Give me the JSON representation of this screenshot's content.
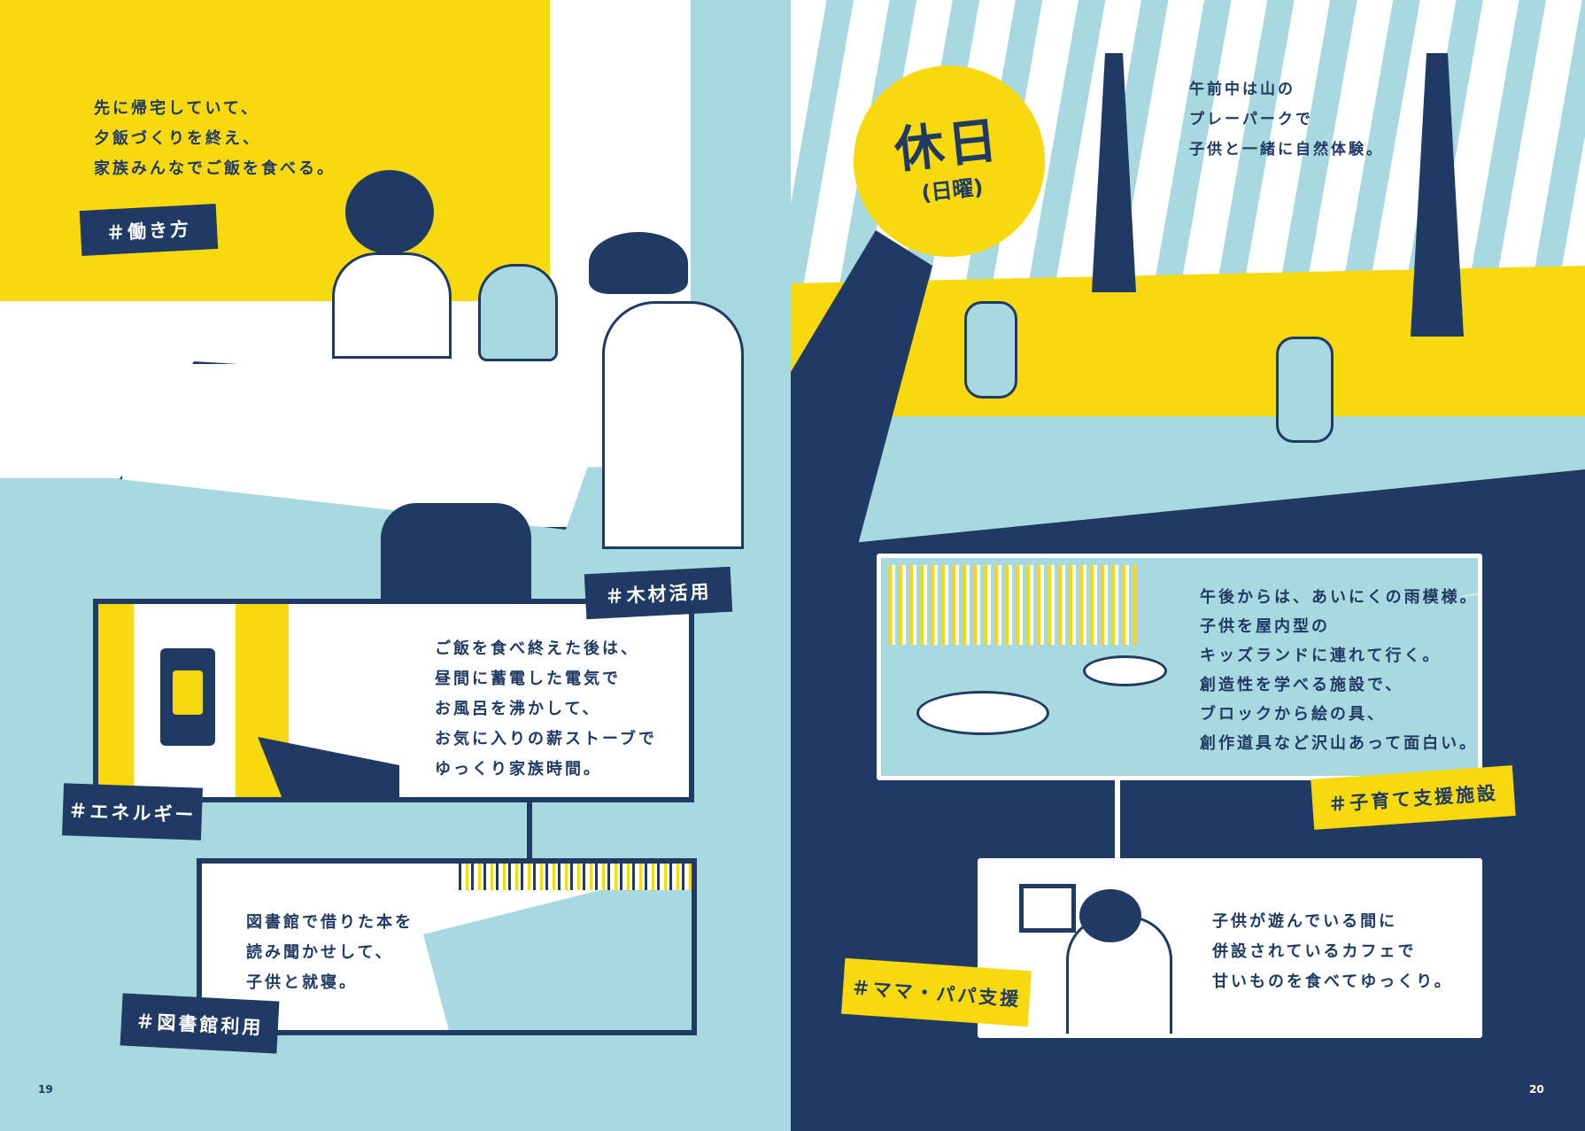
{
  "left_page": {
    "page_number": "19",
    "intro_text": [
      "先に帰宅していて、",
      "夕飯づくりを終え、",
      "家族みんなでご飯を食べる。"
    ],
    "tags": {
      "work": "＃働き方",
      "wood": "＃木材活用",
      "energy": "＃エネルギー",
      "library": "＃図書館利用"
    },
    "panel_evening": [
      "ご飯を食べ終えた後は、",
      "昼間に蓄電した電気で",
      "お風呂を沸かして、",
      "お気に入りの薪ストーブで",
      "ゆっくり家族時間。"
    ],
    "panel_night": [
      "図書館で借りた本を",
      "読み聞かせして、",
      "子供と就寝。"
    ]
  },
  "right_page": {
    "page_number": "20",
    "badge": {
      "title": "休日",
      "subtitle": "(日曜)"
    },
    "morning_text": [
      "午前中は山の",
      "プレーパークで",
      "子供と一緒に自然体験。"
    ],
    "panel_afternoon": [
      "午後からは、あいにくの雨模様。",
      "子供を屋内型の",
      "キッズランドに連れて行く。",
      "創造性を学べる施設で、",
      "ブロックから絵の具、",
      "創作道具など沢山あって面白い。"
    ],
    "panel_cafe": [
      "子供が遊んでいる間に",
      "併設されているカフェで",
      "甘いものを食べてゆっくり。"
    ],
    "tags": {
      "childcare": "＃子育て支援施設",
      "parents": "＃ママ・パパ支援"
    }
  },
  "colors": {
    "navy": "#1f3a63",
    "yellow": "#f8d80f",
    "light_blue": "#a9d9e0",
    "white": "#ffffff"
  }
}
